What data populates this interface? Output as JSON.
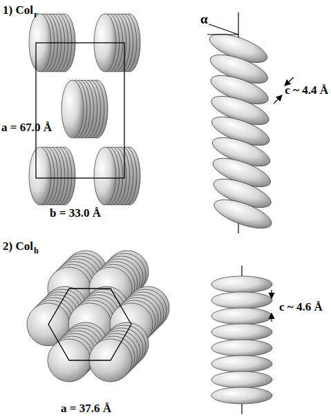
{
  "diagram": {
    "labels": [
      "1) Col",
      "r",
      "a = 67.0 Å",
      "b = 33.0 Å",
      "α",
      "c ~ 4.4 Å",
      "2) Col",
      "h",
      "a = 37.6 Å",
      "c ~ 4.6 Å"
    ]
  }
}
